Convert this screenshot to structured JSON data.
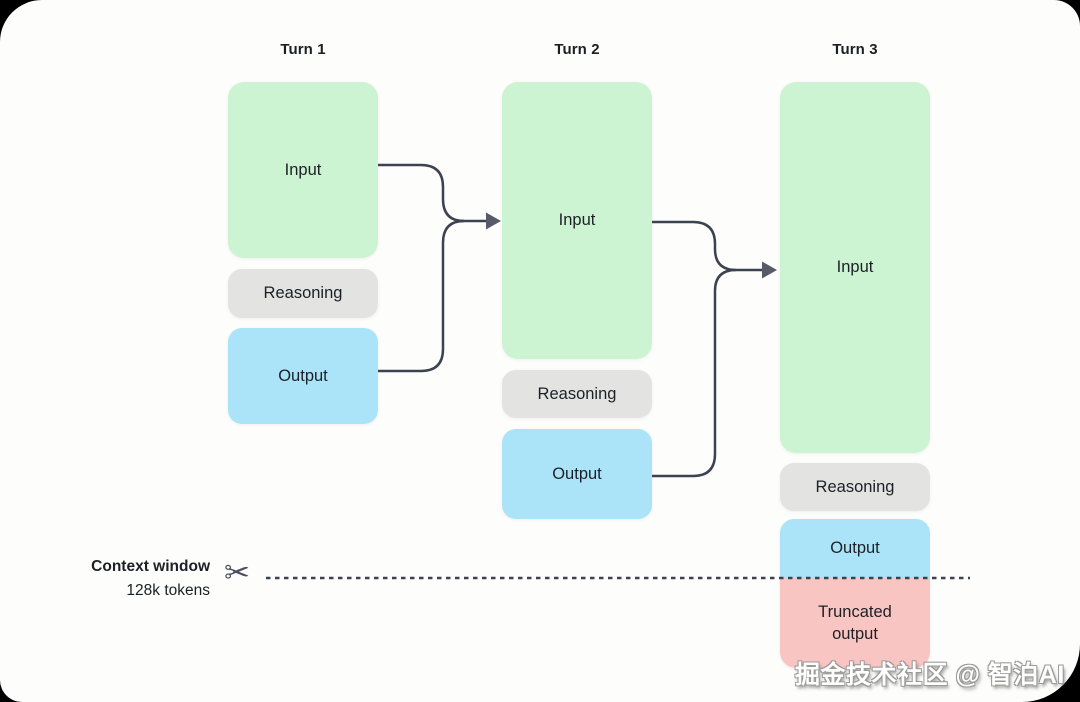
{
  "columns": [
    {
      "title": "Turn 1",
      "boxes": [
        {
          "label": "Input"
        },
        {
          "label": "Reasoning"
        },
        {
          "label": "Output"
        }
      ]
    },
    {
      "title": "Turn 2",
      "boxes": [
        {
          "label": "Input"
        },
        {
          "label": "Reasoning"
        },
        {
          "label": "Output"
        }
      ]
    },
    {
      "title": "Turn 3",
      "boxes": [
        {
          "label": "Input"
        },
        {
          "label": "Reasoning"
        },
        {
          "label": "Output"
        },
        {
          "label": "Truncated output"
        }
      ]
    }
  ],
  "context_window": {
    "label": "Context window",
    "tokens": "128k tokens",
    "scissors_icon": "✂"
  },
  "watermark": "掘金技术社区 @ 智泊AI",
  "colors": {
    "input_box": "#cdf4d2",
    "reasoning_box": "#e3e3e1",
    "output_box": "#abe4f8",
    "truncated_box": "#f9c5c2",
    "connector_line": "#3d4250",
    "arrowhead": "#565b67",
    "text": "#1c1f24",
    "card_background": "#fdfdfc",
    "page_background": "#000000"
  }
}
